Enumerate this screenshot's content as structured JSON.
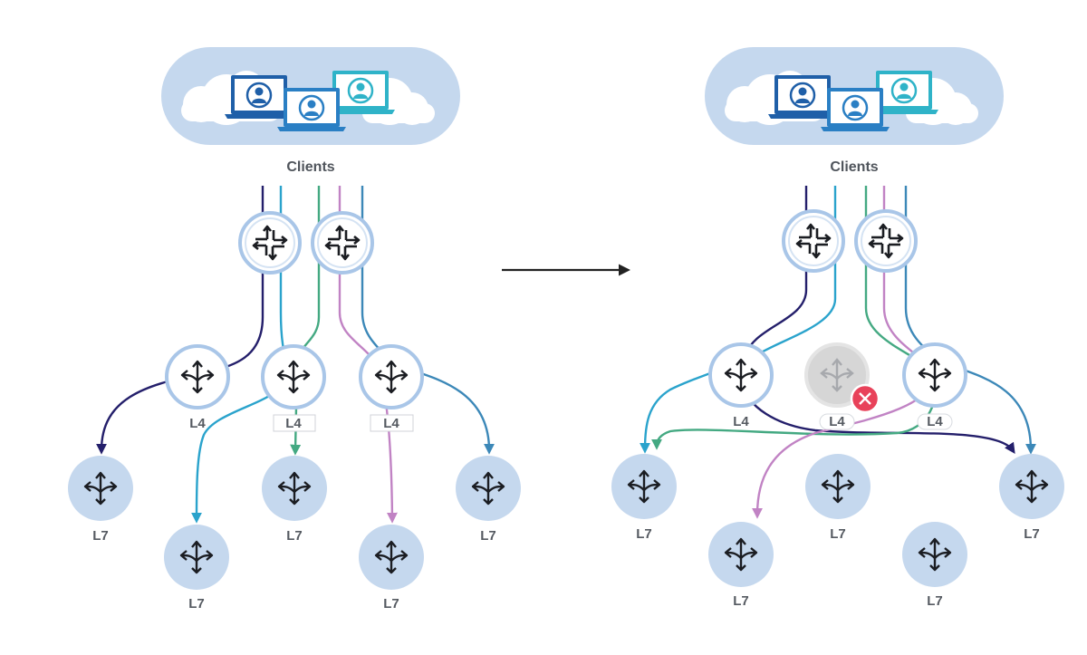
{
  "clients_label": "Clients",
  "l4_label": "L4",
  "l7_label": "L7",
  "icons": {
    "router": "router-icon",
    "load_balancer": "load-balancer-icon",
    "failed": "error-x-icon",
    "client": "laptop-user-icon",
    "transition": "arrow-right-icon"
  },
  "colors": {
    "flow_1": "#241f6b",
    "flow_2": "#2aa3cc",
    "flow_3": "#44a982",
    "flow_4": "#c183c4",
    "flow_5": "#3c88b8",
    "node_fill": "#c5d8ee",
    "node_ring": "#a9c6e8",
    "cloud_fill": "#c5d8ee",
    "failed_fill": "#d6d6d6",
    "error_badge": "#e8425a"
  }
}
